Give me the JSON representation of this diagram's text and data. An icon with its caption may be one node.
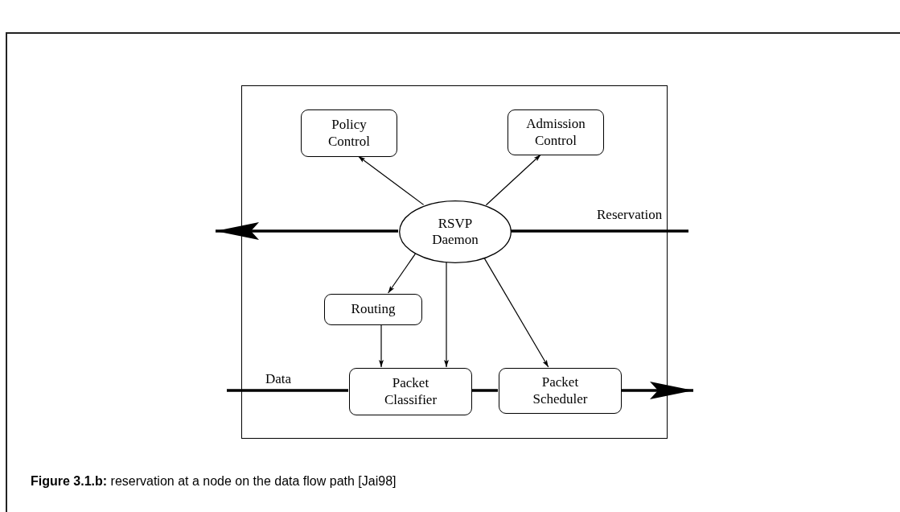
{
  "diagram": {
    "caption": "**Figure 3.1.b:** reservation at a node on the data flow path [Jai98]",
    "nodes": [
      {
        "text": [],
        "shape": "box"
      },
      {
        "text": [
          "Policy Control"
        ],
        "in": 0
      },
      {
        "text": [
          "Admission Control"
        ],
        "in": 0
      },
      {
        "text": [
          "RSVP Daemon"
        ],
        "in": 0
      },
      {
        "text": [
          "Routing"
        ],
        "in": 0
      },
      {
        "text": [
          "Packet Classifier"
        ],
        "in": 0
      },
      {
        "text": [
          "Packet Scheduler"
        ],
        "in": 0
      }
    ],
    "edges": [
      {
        "from": 3,
        "to": null,
        "arrow": "to",
        "style": "thick"
      },
      {
        "from": null,
        "to": 3,
        "arrow": "none",
        "style": "thick"
      },
      {
        "from": 3,
        "to": 1,
        "arrow": "to"
      },
      {
        "from": 3,
        "to": 2,
        "arrow": "to"
      },
      {
        "from": 3,
        "to": 4,
        "arrow": "to"
      },
      {
        "from": 3,
        "to": 5,
        "arrow": "to"
      },
      {
        "from": 3,
        "to": 6,
        "arrow": "to"
      },
      {
        "from": 4,
        "to": 5,
        "arrow": "to"
      },
      {
        "from": null,
        "to": 5,
        "arrow": "none",
        "style": "thick"
      },
      {
        "from": 5,
        "to": 6,
        "arrow": "none",
        "style": "thick"
      },
      {
        "from": 6,
        "to": null,
        "arrow": "to",
        "style": "thick"
      }
    ],
    "labels": [
      "Reservation",
      "Data"
    ]
  }
}
